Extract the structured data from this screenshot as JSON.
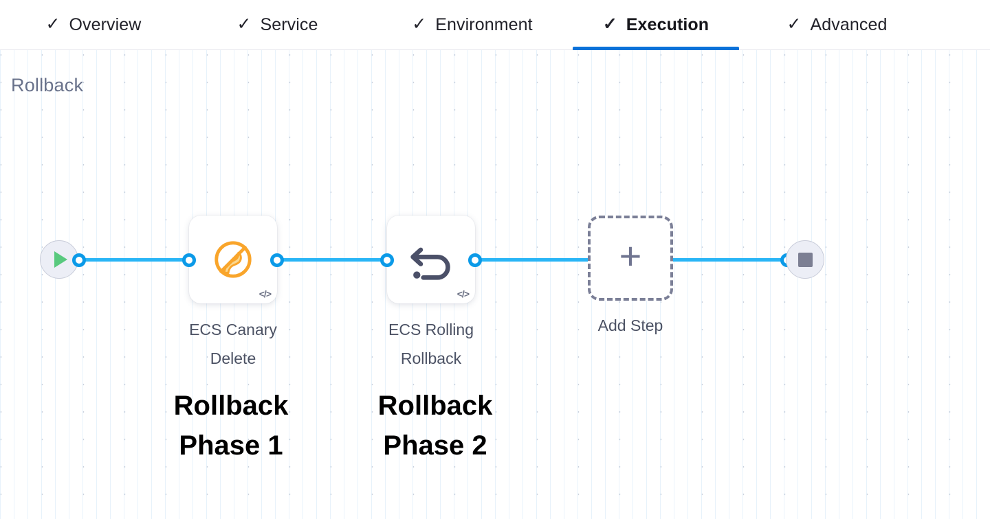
{
  "tabs": [
    {
      "label": "Overview",
      "icon": "check-icon",
      "completed": true,
      "active": false
    },
    {
      "label": "Service",
      "icon": "check-icon",
      "completed": true,
      "active": false
    },
    {
      "label": "Environment",
      "icon": "check-icon",
      "completed": true,
      "active": false
    },
    {
      "label": "Execution",
      "icon": "check-icon",
      "completed": true,
      "active": true
    },
    {
      "label": "Advanced",
      "icon": "check-icon",
      "completed": true,
      "active": false
    }
  ],
  "check_glyph": "✓",
  "section": {
    "title": "Rollback"
  },
  "flow": {
    "start_node": {
      "icon": "play-icon",
      "name": "start-node"
    },
    "end_node": {
      "icon": "stop-icon",
      "name": "end-node"
    },
    "steps": [
      {
        "label": "ECS Canary\nDelete",
        "label_line1": "ECS Canary",
        "label_line2": "Delete",
        "icon": "ecs-canary-delete-icon",
        "badge": "code-icon",
        "badge_glyph": "</>"
      },
      {
        "label": "ECS Rolling\nRollback",
        "label_line1": "ECS Rolling",
        "label_line2": "Rollback",
        "icon": "rollback-arrow-icon",
        "badge": "code-icon",
        "badge_glyph": "</>"
      }
    ],
    "add_step": {
      "label": "Add Step",
      "icon": "plus-icon",
      "plus_glyph": "+"
    }
  },
  "annotations": [
    {
      "text": "Rollback\nPhase 1"
    },
    {
      "text": "Rollback\nPhase 2"
    }
  ],
  "colors": {
    "accent_blue": "#0b72d9",
    "connector_blue": "#29b5f6",
    "connector_dot": "#0b9ae8",
    "canary_orange": "#f9a52b",
    "rollback_gray": "#4b5068",
    "title_gray": "#69728b",
    "play_green": "#58c97e",
    "stop_gray": "#7c7f93",
    "grid_line": "#e3f0fa",
    "grid_dot": "#ccd2dd"
  }
}
